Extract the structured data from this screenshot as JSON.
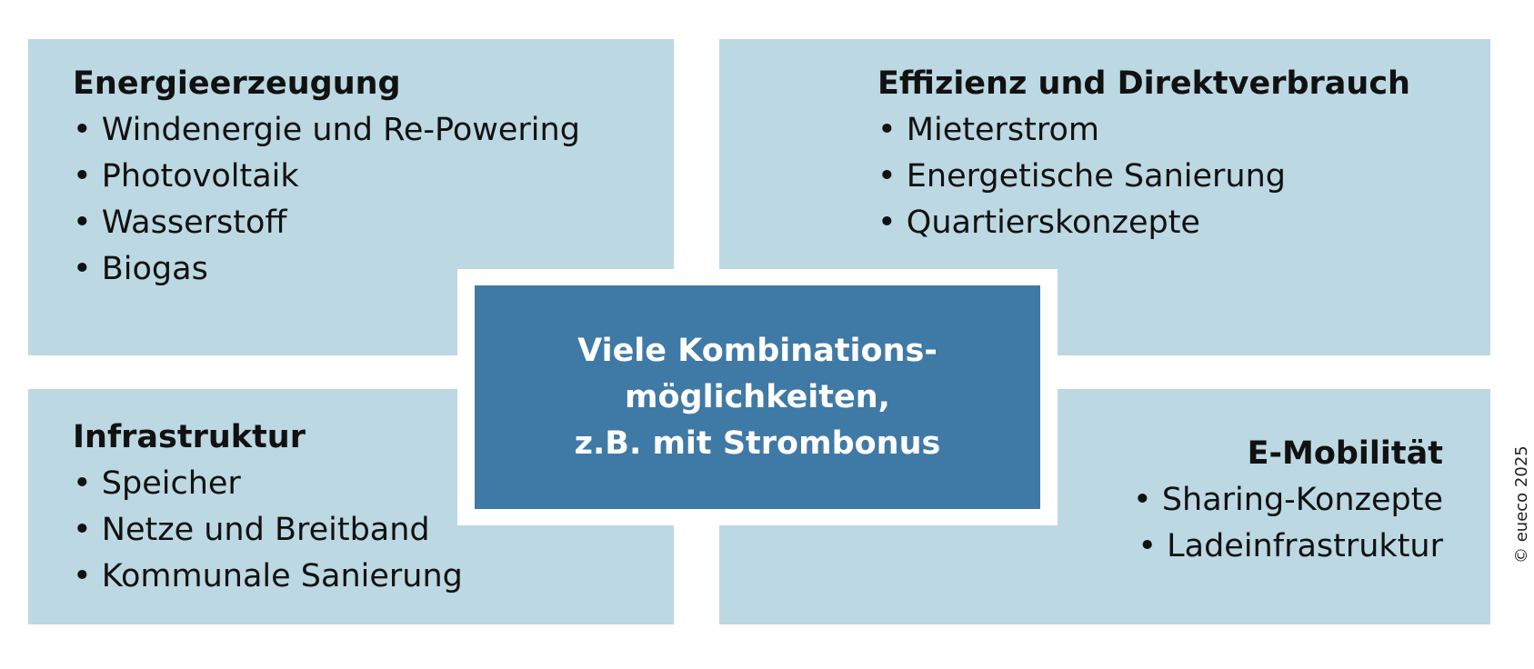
{
  "quadrants": {
    "top_left": {
      "title": "Energieerzeugung",
      "items": [
        "Windenergie und Re-Powering",
        "Photovoltaik",
        "Wasserstoff",
        "Biogas"
      ]
    },
    "top_right": {
      "title": "Effizienz und Direktverbrauch",
      "items": [
        "Mieterstrom",
        "Energetische Sanierung",
        "Quartierskonzepte"
      ]
    },
    "bottom_left": {
      "title": "Infrastruktur",
      "items": [
        "Speicher",
        "Netze und Breitband",
        "Kommunale Sanierung"
      ]
    },
    "bottom_right": {
      "title": "E-Mobilität",
      "items": [
        "Sharing-Konzepte",
        "Ladeinfrastruktur"
      ]
    }
  },
  "center": {
    "lines": [
      "Viele Kombinations-",
      "möglichkeiten,",
      "z.B. mit Strombonus"
    ]
  },
  "copyright": "© eueco 2025",
  "colors": {
    "panel": "#bcd8e3",
    "center_box": "#3f79a6",
    "center_text": "#ffffff",
    "text": "#111111"
  }
}
